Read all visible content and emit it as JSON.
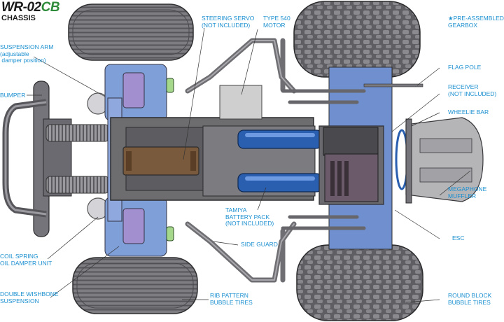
{
  "title": {
    "model": "WR-02",
    "suffix": "CB",
    "subtitle": "CHASSIS"
  },
  "labels": {
    "suspension_arm": "SUSPENSION ARM\n(adjustable\n damper position)",
    "bumper": "BUMPER",
    "coil_spring": "COIL SPRING\nOIL DAMPER UNIT",
    "double_wishbone": "DOUBLE WISHBONE\nSUSPENSION",
    "steering_servo": "STEERING SERVO\n(NOT INCLUDED)",
    "motor": "TYPE 540\nMOTOR",
    "battery": "TAMIYA\nBATTERY PACK\n(NOT INCLUDED)",
    "side_guard": "SIDE GUARD",
    "rib_tires": "RIB PATTERN\nBUBBLE TIRES",
    "gearbox_star": "★",
    "gearbox": "PRE-ASSEMBLED\nGEARBOX",
    "flag_pole": "FLAG POLE",
    "receiver": "RECEIVER\n(NOT INCLUDED)",
    "wheelie_bar": "WHEELIE BAR",
    "muffler": "MEGAPHONE\nMUFFLER",
    "esc": "ESC",
    "round_tires": "ROUND BLOCK\nBUBBLE TIRES"
  },
  "colors": {
    "label": "#1a8fd0",
    "title_accent": "#2e8b3a",
    "chassis_grey": "#6d6d70",
    "tire_grey": "#7a7a7e",
    "suspension_blue": "#7f9fd8",
    "battery_blue": "#2a5fb0",
    "motor_silver": "#c9c9c9",
    "servo_brown": "#7a5a3c"
  }
}
